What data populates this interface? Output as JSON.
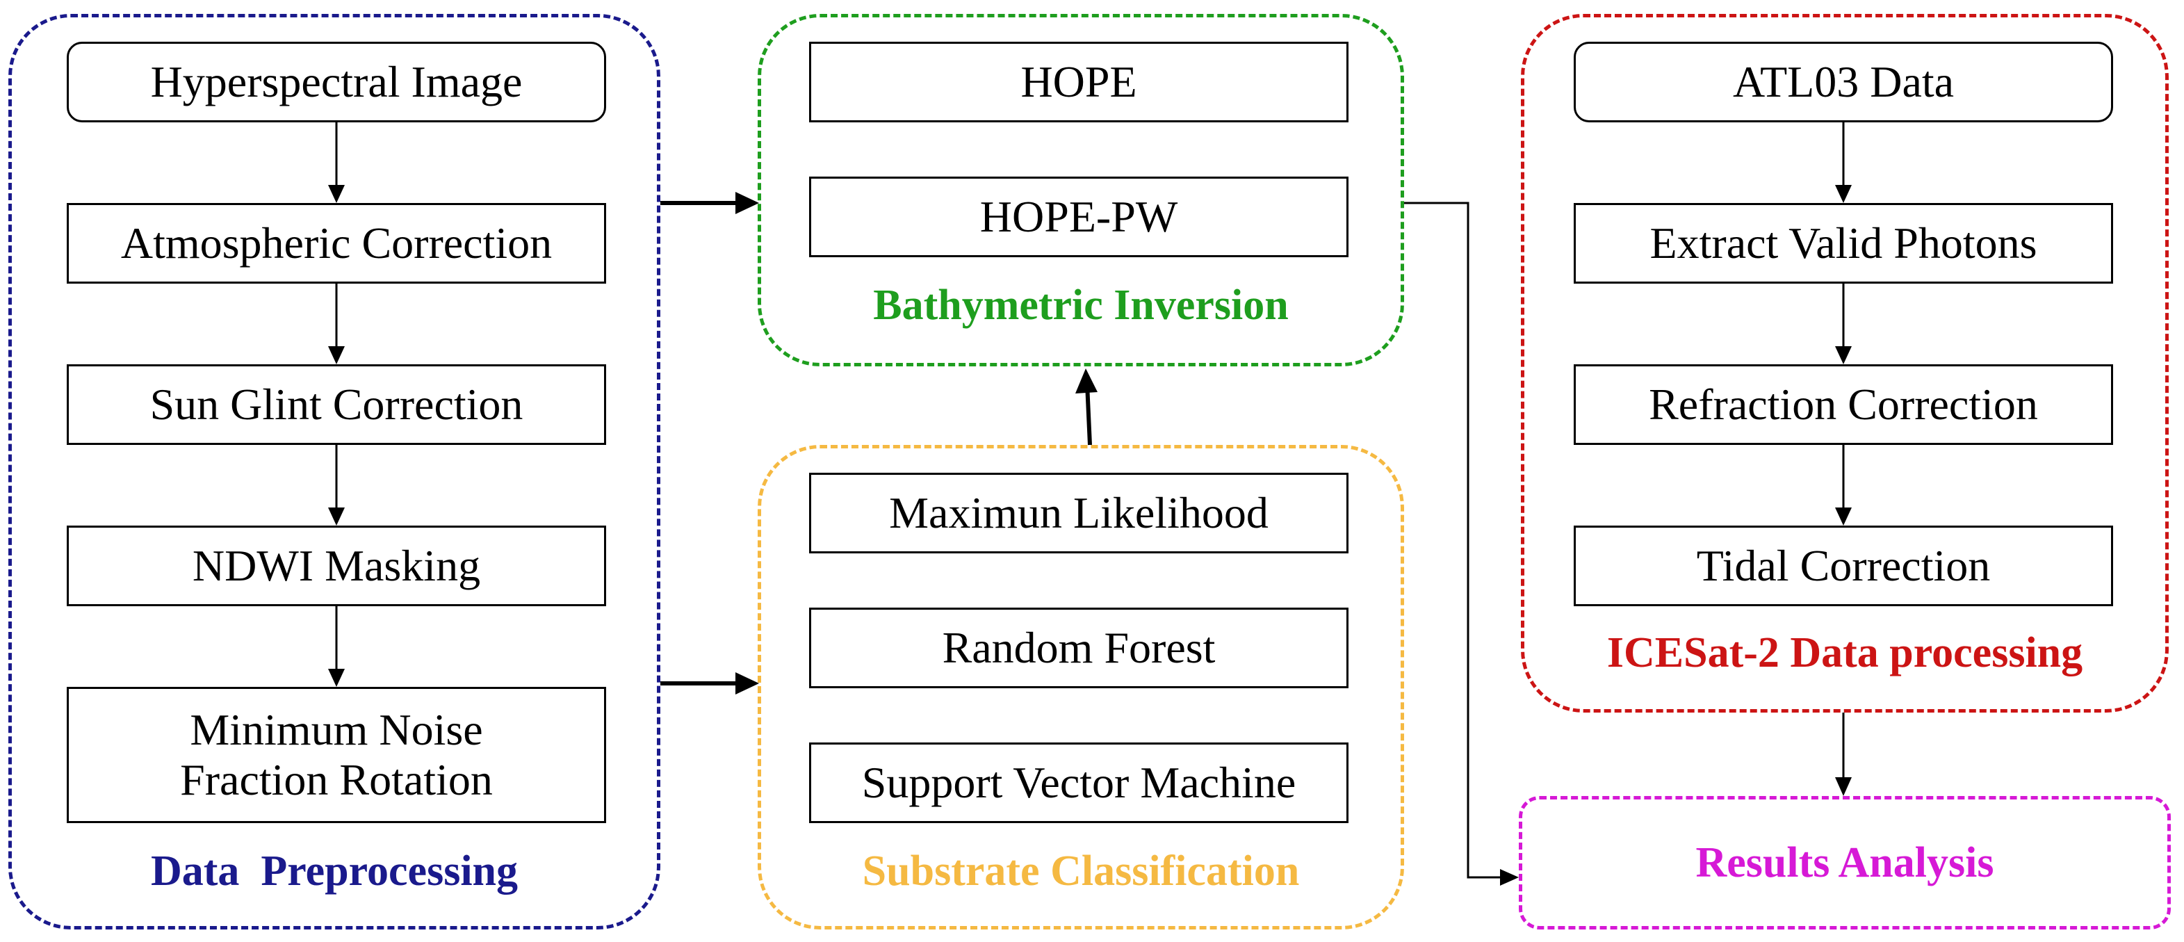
{
  "colors": {
    "preprocessing": "#1a1a8c",
    "inversion": "#1e9e1e",
    "classification": "#f5b942",
    "icesat": "#cc1414",
    "results": "#d619d6",
    "line": "#000000"
  },
  "preprocessing": {
    "label": "Data  Preprocessing",
    "steps": [
      "Hyperspectral Image",
      "Atmospheric Correction",
      "Sun Glint Correction",
      "NDWI Masking"
    ],
    "mnf_line1": "Minimum Noise",
    "mnf_line2": "Fraction Rotation"
  },
  "inversion": {
    "label": "Bathymetric Inversion",
    "methods": [
      "HOPE",
      "HOPE-PW"
    ]
  },
  "classification": {
    "label": "Substrate Classification",
    "methods": [
      "Maximun Likelihood",
      "Random Forest",
      "Support Vector Machine"
    ]
  },
  "icesat": {
    "label": "ICESat-2 Data processing",
    "steps": [
      "ATL03 Data",
      "Extract Valid Photons",
      "Refraction Correction",
      "Tidal Correction"
    ]
  },
  "results": {
    "label": "Results Analysis"
  }
}
